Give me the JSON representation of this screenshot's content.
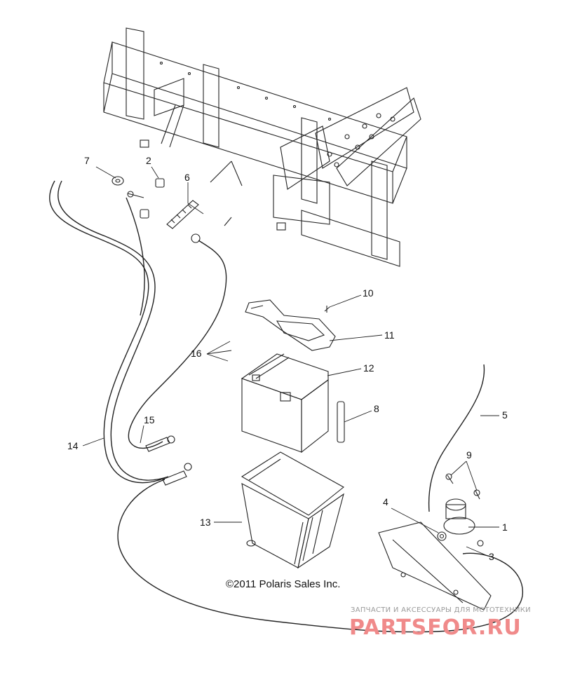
{
  "diagram": {
    "copyright": "©2011 Polaris Sales Inc.",
    "watermark_line1": "ЗАПЧАСТИ И АКСЕССУАРЫ ДЛЯ МОТОТЕХНИКИ",
    "watermark_line2": "PARTSFOR.RU",
    "callouts": [
      {
        "id": "c1",
        "text": "1"
      },
      {
        "id": "c2",
        "text": "2"
      },
      {
        "id": "c3",
        "text": "3"
      },
      {
        "id": "c4",
        "text": "4"
      },
      {
        "id": "c5",
        "text": "5"
      },
      {
        "id": "c6",
        "text": "6"
      },
      {
        "id": "c7",
        "text": "7"
      },
      {
        "id": "c8",
        "text": "8"
      },
      {
        "id": "c9",
        "text": "9"
      },
      {
        "id": "c10",
        "text": "10"
      },
      {
        "id": "c11",
        "text": "11"
      },
      {
        "id": "c12",
        "text": "12"
      },
      {
        "id": "c13",
        "text": "13"
      },
      {
        "id": "c14",
        "text": "14"
      },
      {
        "id": "c15",
        "text": "15"
      },
      {
        "id": "c16",
        "text": "16"
      }
    ]
  }
}
